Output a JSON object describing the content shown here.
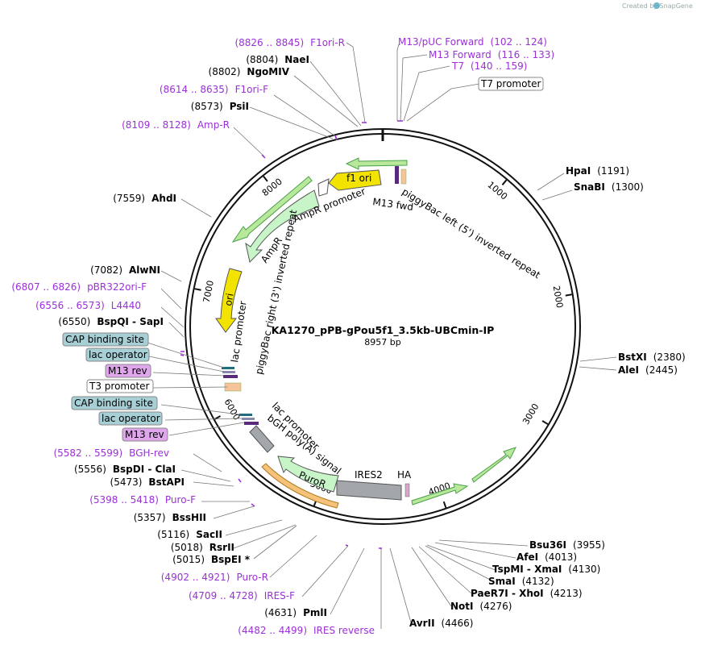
{
  "title": "KA1270_pPB-gPou5f1_3.5kb-UBCmin-IP",
  "length": "8957 bp",
  "credit": "Created by SnapGene",
  "ticks": [
    "1000",
    "2000",
    "3000",
    "4000",
    "5000",
    "6000",
    "7000",
    "8000"
  ],
  "right_labels": [
    {
      "name": "HpaI",
      "pos": "(1191)"
    },
    {
      "name": "SnaBI",
      "pos": "(1300)"
    },
    {
      "name": "BstXI",
      "pos": "(2380)"
    },
    {
      "name": "AleI",
      "pos": "(2445)"
    }
  ],
  "top_primers": [
    {
      "name": "M13/pUC Forward",
      "pos": "(102 .. 124)"
    },
    {
      "name": "M13 Forward",
      "pos": "(116 .. 133)"
    },
    {
      "name": "T7",
      "pos": "(140 .. 159)"
    }
  ],
  "t7_promoter": "T7 promoter",
  "left_labels": [
    {
      "pos": "(8826 .. 8845)",
      "name": "F1ori-R",
      "kind": "primer"
    },
    {
      "pos": "(8804)",
      "name": "NaeI",
      "kind": "enz"
    },
    {
      "pos": "(8802)",
      "name": "NgoMIV",
      "kind": "enz"
    },
    {
      "pos": "(8614 .. 8635)",
      "name": "F1ori-F",
      "kind": "primer"
    },
    {
      "pos": "(8573)",
      "name": "PsiI",
      "kind": "enz"
    },
    {
      "pos": "(8109 .. 8128)",
      "name": "Amp-R",
      "kind": "primer"
    },
    {
      "pos": "(7559)",
      "name": "AhdI",
      "kind": "enz"
    },
    {
      "pos": "(7082)",
      "name": "AlwNI",
      "kind": "enz"
    },
    {
      "pos": "(6807 .. 6826)",
      "name": "pBR322ori-F",
      "kind": "primer"
    },
    {
      "pos": "(6556 .. 6573)",
      "name": "L4440",
      "kind": "primer"
    },
    {
      "pos": "(6550)",
      "name": "BspQI  -  SapI",
      "kind": "enz"
    }
  ],
  "left_boxes": [
    {
      "name": "CAP binding site",
      "type": "cap"
    },
    {
      "name": "lac operator",
      "type": "lacop"
    },
    {
      "name": "M13 rev",
      "type": "m13"
    },
    {
      "name": "T3 promoter",
      "type": "plain"
    },
    {
      "name": "CAP binding site",
      "type": "cap"
    },
    {
      "name": "lac operator",
      "type": "lacop"
    },
    {
      "name": "M13 rev",
      "type": "m13"
    }
  ],
  "lower_left_labels": [
    {
      "pos": "(5582 .. 5599)",
      "name": "BGH-rev",
      "kind": "primer"
    },
    {
      "pos": "(5556)",
      "name": "BspDI  -  ClaI",
      "kind": "enz"
    },
    {
      "pos": "(5473)",
      "name": "BstAPI",
      "kind": "enz"
    },
    {
      "pos": "(5398 .. 5418)",
      "name": "Puro-F",
      "kind": "primer"
    },
    {
      "pos": "(5357)",
      "name": "BssHII",
      "kind": "enz"
    },
    {
      "pos": "(5116)",
      "name": "SacII",
      "kind": "enz"
    },
    {
      "pos": "(5018)",
      "name": "RsrII",
      "kind": "enz"
    },
    {
      "pos": "(5015)",
      "name": "BspEI *",
      "kind": "enz"
    },
    {
      "pos": "(4902 .. 4921)",
      "name": "Puro-R",
      "kind": "primer"
    },
    {
      "pos": "(4709 .. 4728)",
      "name": "IRES-F",
      "kind": "primer"
    },
    {
      "pos": "(4631)",
      "name": "PmlI",
      "kind": "enz"
    },
    {
      "pos": "(4482 .. 4499)",
      "name": "IRES reverse",
      "kind": "primer"
    }
  ],
  "bottom_right_labels": [
    {
      "name": "Bsu36I",
      "pos": "(3955)"
    },
    {
      "name": "AfeI",
      "pos": "(4013)"
    },
    {
      "name": "TspMI  -  XmaI",
      "pos": "(4130)"
    },
    {
      "name": "SmaI",
      "pos": "(4132)"
    },
    {
      "name": "PaeR7I  -  XhoI",
      "pos": "(4213)"
    },
    {
      "name": "NotI",
      "pos": "(4276)"
    },
    {
      "name": "AvrII",
      "pos": "(4466)"
    }
  ],
  "features": {
    "f1_ori": "f1 ori",
    "ampr_promoter": "AmpR promoter",
    "ampr": "AmpR",
    "ori": "ori",
    "pb_right": "piggyBac right (3') inverted repeat",
    "pb_left": "piggyBac left (5') inverted repeat",
    "m13_fwd": "M13 fwd",
    "lac_promoter_1": "lac promoter",
    "lac_promoter_2": "lac promoter",
    "bgh": "bGH poly(A) signal",
    "puror": "PuroR",
    "ires2": "IRES2",
    "ha": "HA"
  },
  "colors": {
    "primer": "#9b30d9",
    "cap": "#a7cfd6",
    "lacop": "#a7cfd6",
    "m13": "#dfa6ec",
    "backbone": "#111111",
    "ori": "#f2e400",
    "ampr": "#c8f5c8",
    "grey": "#a3a6aa"
  }
}
